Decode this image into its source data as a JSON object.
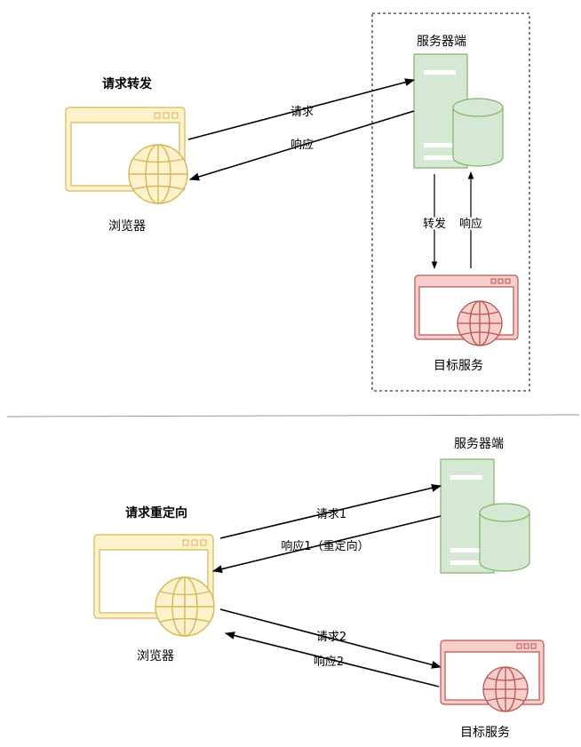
{
  "top": {
    "title": "请求转发",
    "browser_label": "浏览器",
    "server_label": "服务器端",
    "target_label": "目标服务",
    "arrow_request": "请求",
    "arrow_response": "响应",
    "arrow_forward": "转发",
    "arrow_inner_response": "响应"
  },
  "bottom": {
    "title": "请求重定向",
    "browser_label": "浏览器",
    "server_label": "服务器端",
    "target_label": "目标服务",
    "arrow_request1": "请求1",
    "arrow_response1": "响应1（重定向）",
    "arrow_request2": "请求2",
    "arrow_response2": "响应2"
  },
  "colors": {
    "browser_fill": "#fff2cc",
    "browser_stroke": "#d6b656",
    "server_fill": "#d5e8d4",
    "server_stroke": "#82b366",
    "target_fill": "#f8cecc",
    "target_stroke": "#b85450",
    "divider": "#999999"
  }
}
